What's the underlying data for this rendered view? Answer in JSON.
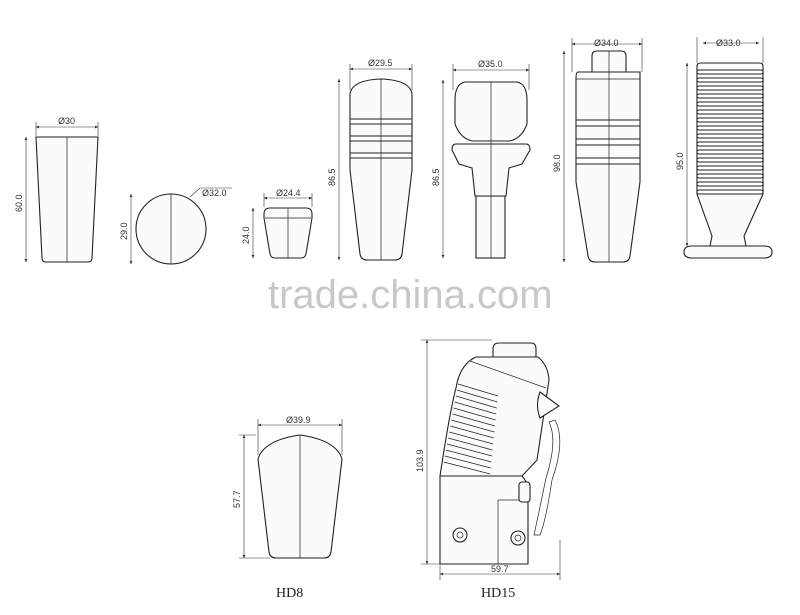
{
  "watermark": "trade.china.com",
  "knobs": [
    {
      "id": "k1",
      "diameter": "Ø30",
      "height": "60.0"
    },
    {
      "id": "k2",
      "diameter": "Ø32.0",
      "height": "29.0"
    },
    {
      "id": "k3",
      "diameter": "Ø24.4",
      "height": "24.0"
    },
    {
      "id": "k4",
      "diameter": "Ø29.5",
      "height": "86.5"
    },
    {
      "id": "k5",
      "diameter": "Ø35.0",
      "height": "86.5"
    },
    {
      "id": "k6",
      "diameter": "Ø34.0",
      "height": "98.0"
    },
    {
      "id": "k7",
      "diameter": "Ø33.0",
      "height": "95.0"
    }
  ],
  "hd8": {
    "caption": "HD8",
    "diameter": "Ø39.9",
    "height": "57.7"
  },
  "hd15": {
    "caption": "HD15",
    "height": "103.9",
    "width": "59.7"
  }
}
